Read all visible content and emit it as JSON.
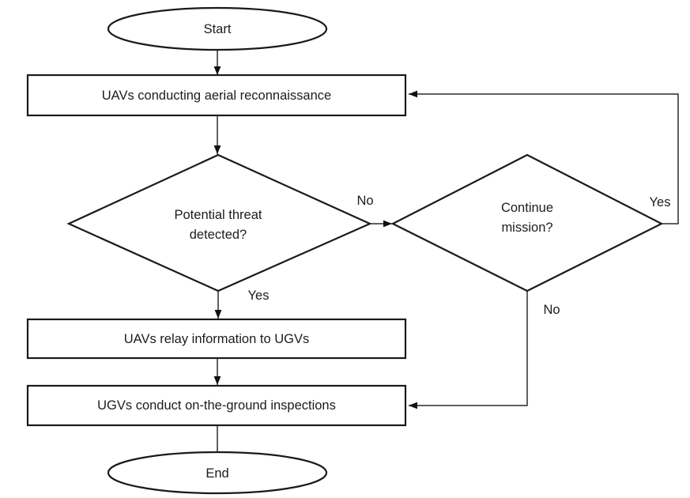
{
  "flowchart": {
    "colors": {
      "background": "#ffffff",
      "shape_stroke": "#1a1a1a",
      "connector_stroke": "#2b2b2b",
      "text": "#1c1c1c"
    },
    "nodes": {
      "start": {
        "type": "terminator",
        "label": "Start"
      },
      "aerial_recon": {
        "type": "process",
        "label": "UAVs conducting aerial reconnaissance"
      },
      "threat_detected": {
        "type": "decision",
        "line1": "Potential threat",
        "line2": "detected?"
      },
      "continue_mission": {
        "type": "decision",
        "line1": "Continue",
        "line2": "mission?"
      },
      "relay_info": {
        "type": "process",
        "label": "UAVs relay information to UGVs"
      },
      "ground_inspections": {
        "type": "process",
        "label": "UGVs conduct on-the-ground inspections"
      },
      "end": {
        "type": "terminator",
        "label": "End"
      }
    },
    "edge_labels": {
      "threat_no": "No",
      "threat_yes": "Yes",
      "continue_yes": "Yes",
      "continue_no": "No"
    }
  }
}
